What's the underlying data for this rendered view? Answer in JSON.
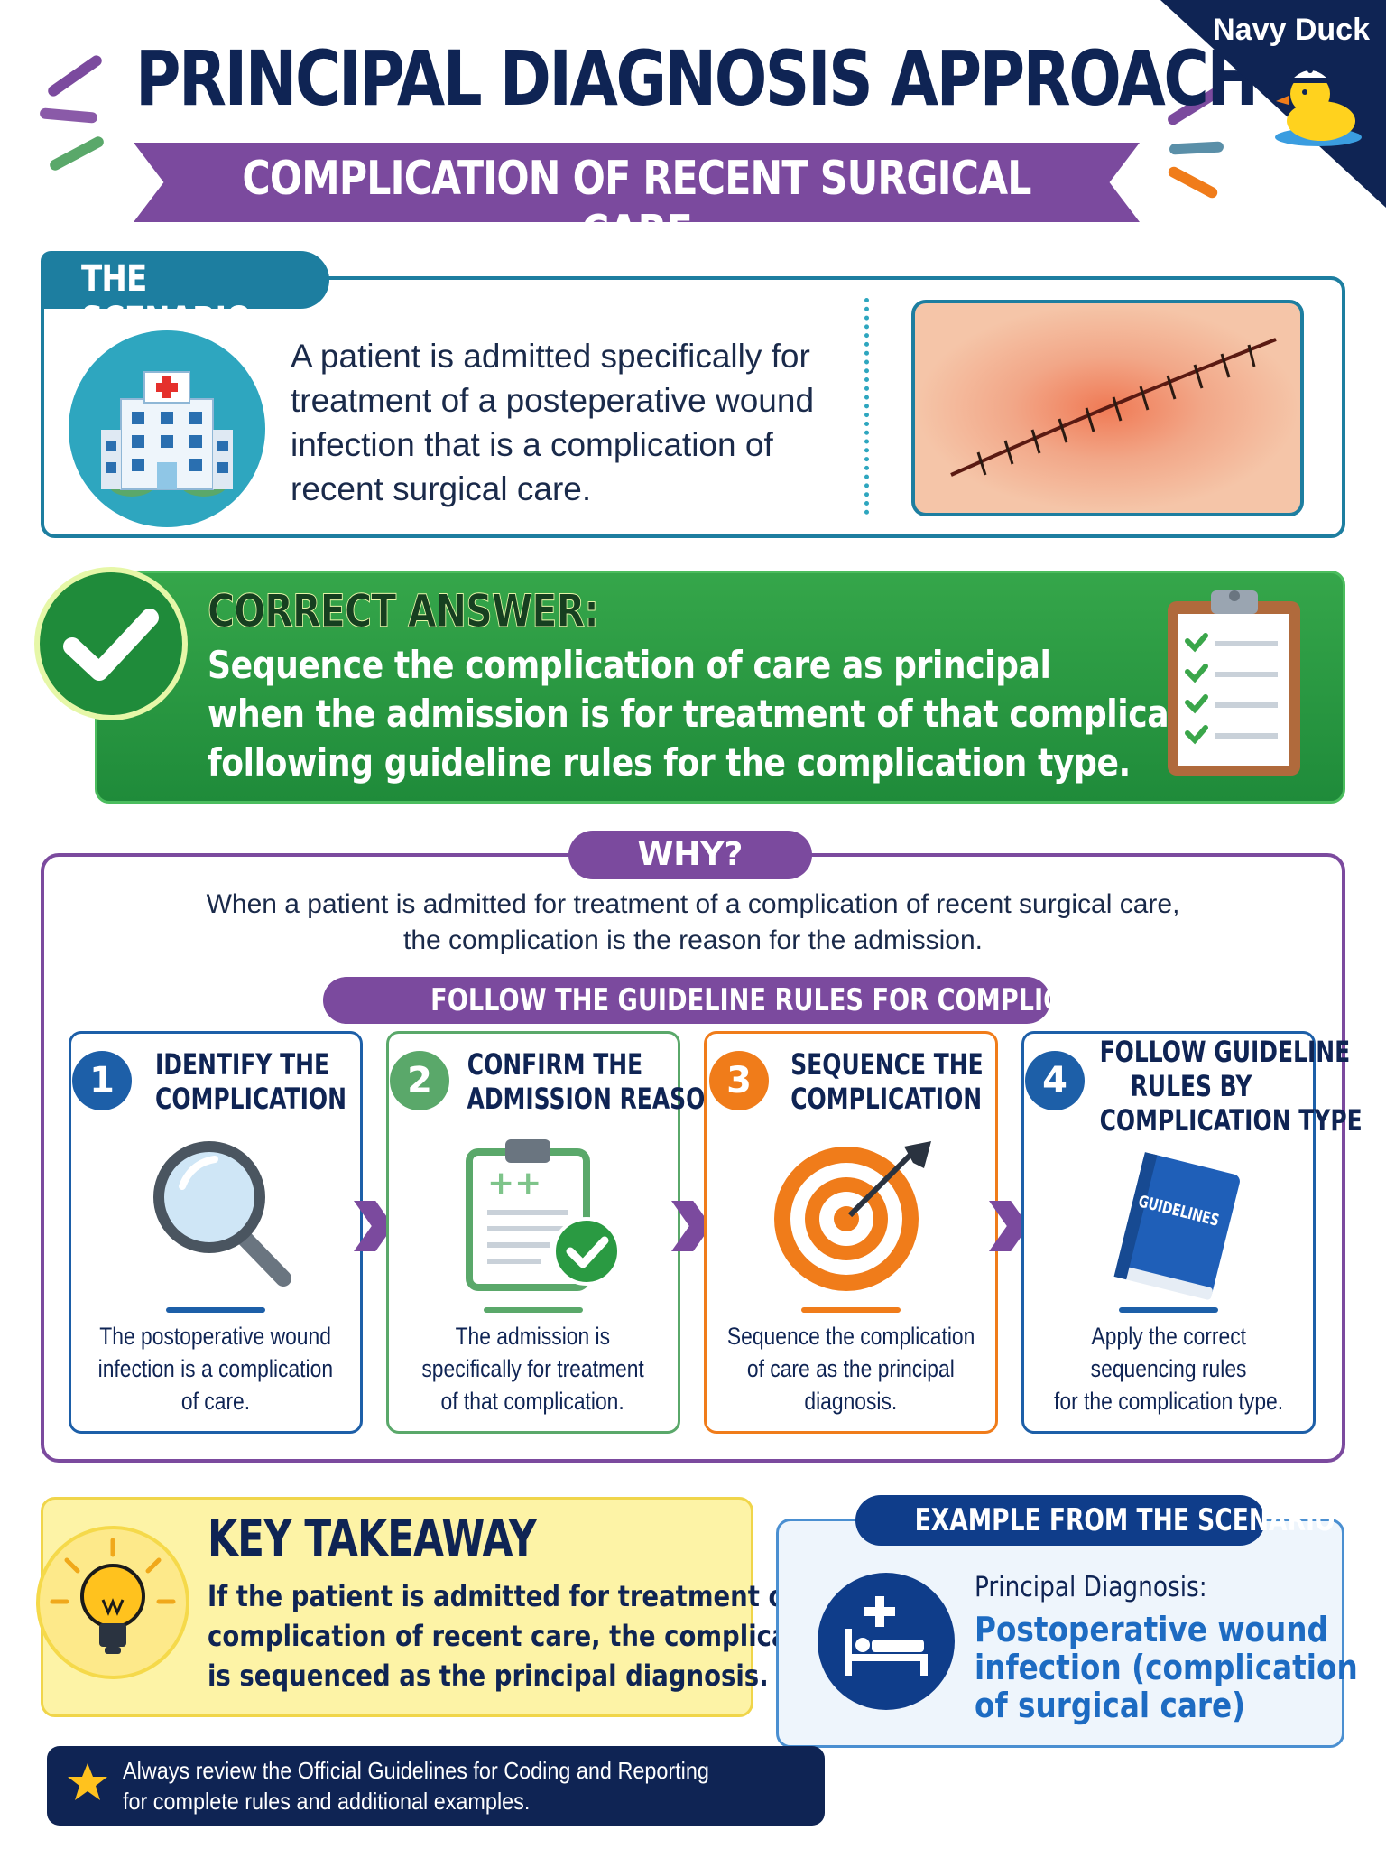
{
  "header": {
    "title": "PRINCIPAL DIAGNOSIS APPROACH",
    "subtitle": "COMPLICATION OF RECENT SURGICAL CARE",
    "brand": "Navy Duck"
  },
  "scenario": {
    "tab_label": "THE SCENARIO",
    "text": "A patient is admitted specifically for treatment of a posteperative wound infection that is a complication of recent surgical care."
  },
  "answer": {
    "label": "CORRECT ANSWER:",
    "lines": [
      "Sequence the complication of care as principal",
      "when the admission is for treatment of that complication,",
      "following guideline rules for the complication type."
    ]
  },
  "why": {
    "label": "WHY?",
    "lines": [
      "When a patient is admitted for treatment of a complication of recent surgical care,",
      "the complication is the reason for the admission."
    ],
    "guideline_label": "FOLLOW THE GUIDELINE RULES FOR COMPLICATIONS OF CARE"
  },
  "steps": [
    {
      "number": "1",
      "title": [
        "IDENTIFY THE",
        "COMPLICATION"
      ],
      "desc": [
        "The postoperative wound",
        "infection is a complication",
        "of care."
      ],
      "color": "#1d5fa8"
    },
    {
      "number": "2",
      "title": [
        "CONFIRM THE",
        "ADMISSION REASON"
      ],
      "desc": [
        "The admission is",
        "specifically for treatment",
        "of that complication."
      ],
      "color": "#5aa86a"
    },
    {
      "number": "3",
      "title": [
        "SEQUENCE THE",
        "COMPLICATION"
      ],
      "desc": [
        "Sequence the complication",
        "of care as the principal",
        "diagnosis."
      ],
      "color": "#f07c1a"
    },
    {
      "number": "4",
      "title": [
        "FOLLOW GUIDELINE",
        "RULES BY",
        "COMPLICATION TYPE"
      ],
      "desc": [
        "Apply the correct",
        "sequencing rules",
        "for the complication type."
      ],
      "color": "#1d5fa8"
    }
  ],
  "book_label": "GUIDELINES",
  "takeaway": {
    "title": "KEY TAKEAWAY",
    "lines": [
      "If the patient is admitted for treatment of a",
      "complication of recent care, the complication",
      "is sequenced as the principal diagnosis."
    ]
  },
  "example": {
    "label": "EXAMPLE FROM THE SCENARIO",
    "field_label": "Principal Diagnosis:",
    "value_lines": [
      "Postoperative wound",
      "infection (complication",
      "of surgical care)"
    ]
  },
  "footer": {
    "lines": [
      "Always review the Official Guidelines for Coding and Reporting",
      "for complete rules and additional examples."
    ]
  },
  "colors": {
    "navy": "#0f2454",
    "purple": "#7b4a9e",
    "teal": "#1d7ea0",
    "green": "#2a9a42",
    "orange": "#f07c1a",
    "yellow": "#fdf3a6"
  },
  "icons": [
    "hospital-icon",
    "wound-image",
    "checkmark-icon",
    "clipboard-icon",
    "magnifier-icon",
    "clipboard-check-icon",
    "target-icon",
    "book-icon",
    "lightbulb-icon",
    "hospital-bed-icon",
    "star-icon",
    "duck-icon"
  ]
}
